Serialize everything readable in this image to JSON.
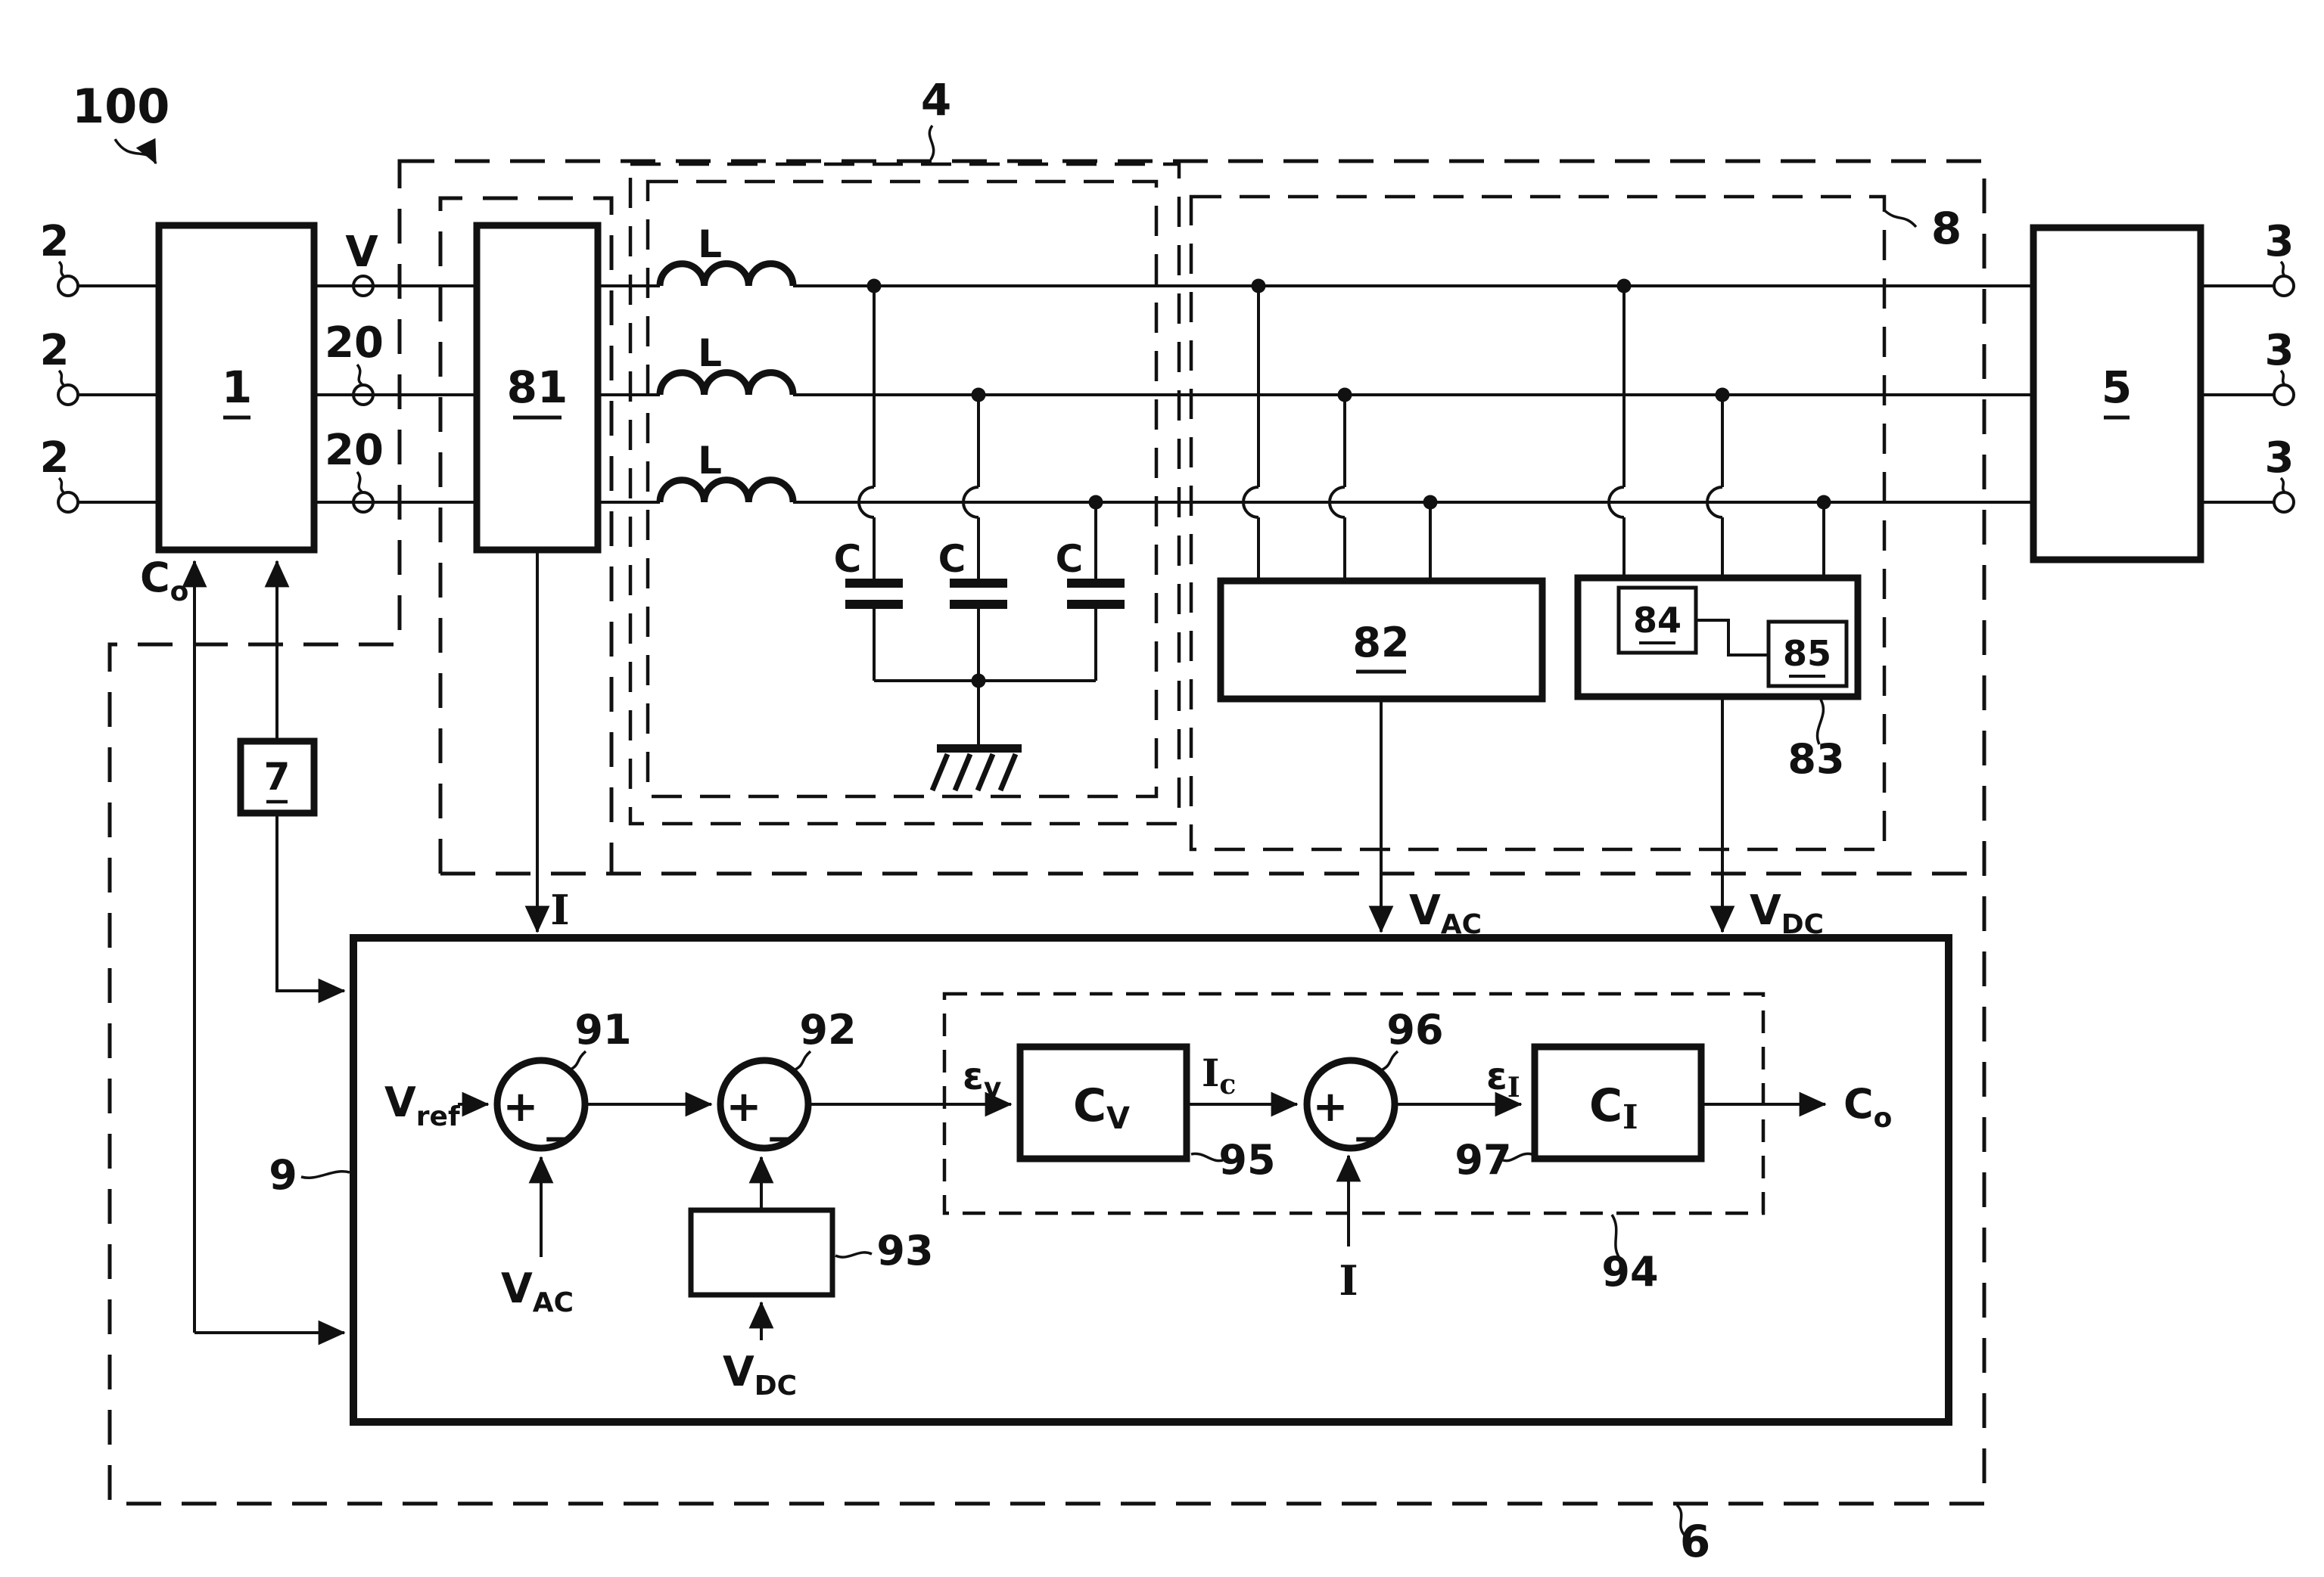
{
  "figure": {
    "title_ref": "100",
    "refs": {
      "system": "100",
      "converter": "1",
      "input_terminal": "2",
      "output_terminal": "3",
      "filter_box": "4",
      "grid_block": "5",
      "outer_box": "6",
      "driver": "7",
      "sense_box": "8",
      "controller": "9",
      "meas_point": "20",
      "current_sensor": "81",
      "ac_sensor": "82",
      "dc_sensor": "83",
      "rectifier": "84",
      "small_filter": "85",
      "sum1": "91",
      "sum2": "92",
      "block93": "93",
      "inner_box": "94",
      "ref95": "95",
      "sum3": "96",
      "ref97": "97"
    },
    "signals": {
      "v": "V",
      "inductor": "L",
      "capacitor": "C",
      "current": "I",
      "co_main": "C",
      "co_sub": "o",
      "vref_main": "V",
      "vref_sub": "ref",
      "vac_main": "V",
      "vac_sub": "AC",
      "vdc_main": "V",
      "vdc_sub": "DC",
      "ev_main": "ε",
      "ev_sub": "v",
      "ei_main": "ε",
      "ei_sub": "I",
      "ic_main": "I",
      "ic_sub": "c",
      "cv_main": "C",
      "cv_sub": "V",
      "ci_main": "C",
      "ci_sub": "I",
      "plus": "+",
      "minus": "−"
    }
  }
}
